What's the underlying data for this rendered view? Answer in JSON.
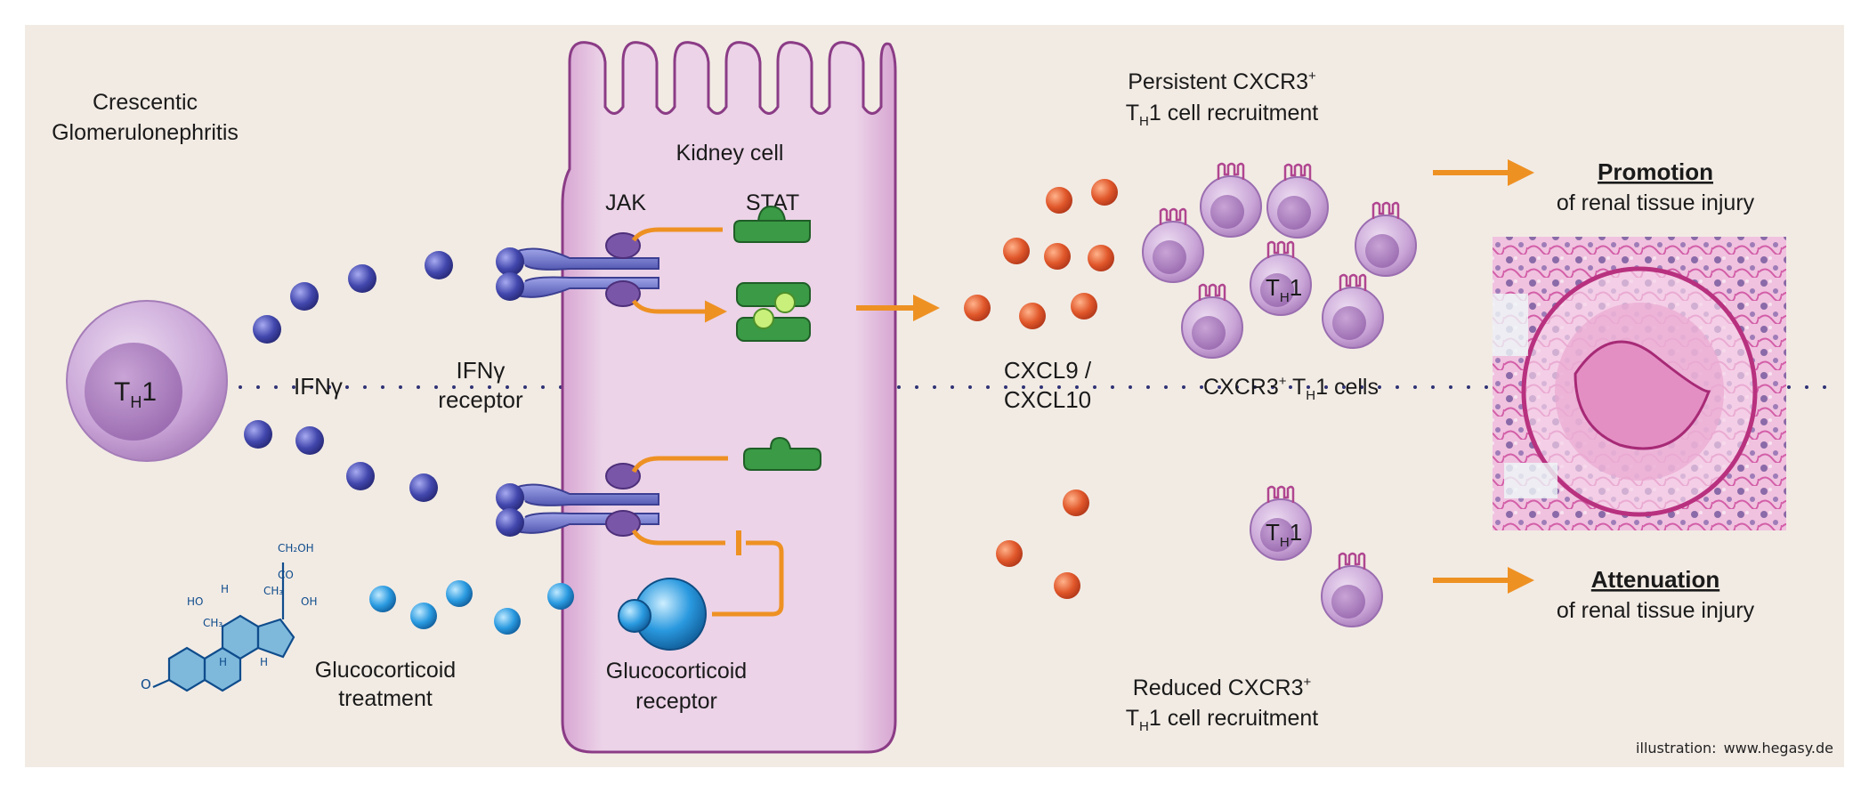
{
  "title_disease": {
    "line1": "Crescentic",
    "line2": "Glomerulonephritis"
  },
  "th1_cell_label": {
    "main": "T",
    "sub": "H",
    "num": "1"
  },
  "ifng_label": "IFNγ",
  "ifng_receptor": {
    "line1": "IFNγ",
    "line2": "receptor"
  },
  "kidney_cell_label": "Kidney cell",
  "jak_label": "JAK",
  "stat_label": "STAT",
  "chemokine_label": {
    "line1": "CXCL9 /",
    "line2": "CXCL10"
  },
  "cxcr3_cells_label": {
    "pre": "CXCR3",
    "sup": "+",
    "t": " T",
    "sub": "H",
    "post": "1 cells"
  },
  "persistent_label": {
    "line1_pre": "Persistent CXCR3",
    "line1_sup": "+",
    "line2_t": "T",
    "line2_sub": "H",
    "line2_post": "1 cell recruitment"
  },
  "reduced_label": {
    "line1_pre": "Reduced CXCR3",
    "line1_sup": "+",
    "line2_t": "T",
    "line2_sub": "H",
    "line2_post": "1 cell recruitment"
  },
  "promotion": {
    "title": "Promotion",
    "subtitle": "of renal tissue injury"
  },
  "attenuation": {
    "title": "Attenuation",
    "subtitle": "of renal tissue injury"
  },
  "glucocorticoid_treatment": {
    "line1": "Glucocorticoid",
    "line2": "treatment"
  },
  "glucocorticoid_receptor": {
    "line1": "Glucocorticoid",
    "line2": "receptor"
  },
  "steroid_labels": {
    "ch2oh": "CH₂OH",
    "co": "CO",
    "oh1": "OH",
    "ho": "HO",
    "ch3a": "CH₃",
    "ch3b": "CH₃",
    "h1": "H",
    "h2": "H",
    "h3": "H",
    "o": "O"
  },
  "credit": {
    "label": "illustration:",
    "url": "www.hegasy.de"
  },
  "colors": {
    "background": "#f2ebe4",
    "cell_fill": "#e8cde3",
    "cell_stroke": "#8b3c86",
    "receptor_blue": "#6a6fc2",
    "ifng_dot": "#3b3fa0",
    "chemokine": "#e0572a",
    "stat_green": "#3a9a45",
    "arrow_orange": "#ee9123",
    "glucocorticoid_blue": "#1f8fd6",
    "th1_purple": "#c39ad0",
    "histology_pink": "#d777b8"
  }
}
